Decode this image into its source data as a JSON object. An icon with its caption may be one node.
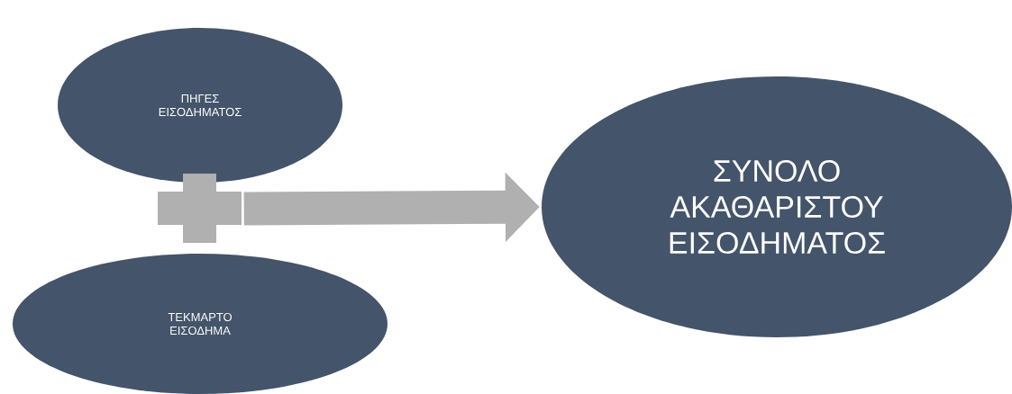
{
  "diagram": {
    "nodes": [
      {
        "text": [
          "ΠΗΓΕΣ ΕΙΣΟΔΗΜΑΤΟΣ"
        ]
      },
      {
        "text": [],
        "shape": "plus"
      },
      {
        "text": [
          "ΤΕΚΜΑΡΤΟ ΕΙΣΟΔΗΜΑ"
        ]
      },
      {
        "text": [
          "ΣΥΝΟΛΟ ΑΚΑΘΑΡΙΣΤΟΥ ΕΙΣΟΔΗΜΑΤΟΣ"
        ]
      }
    ],
    "edges": [
      {
        "from": 1,
        "to": 3,
        "arrow": "to"
      }
    ]
  }
}
